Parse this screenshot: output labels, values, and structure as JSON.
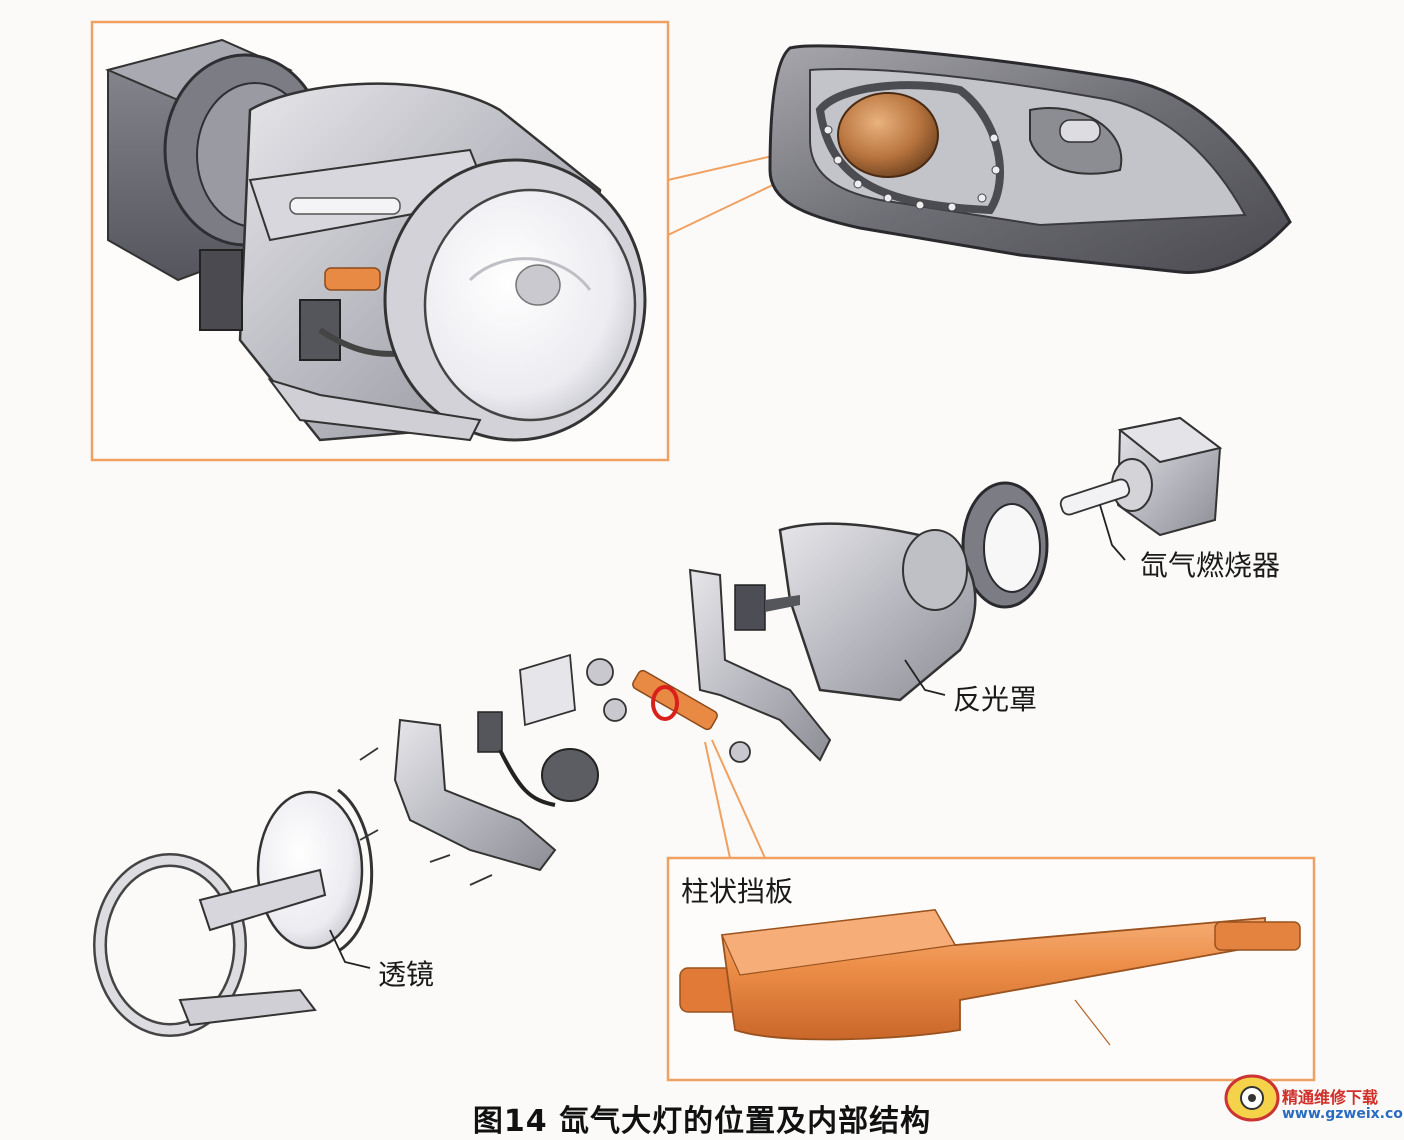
{
  "labels": {
    "xenon_burner": "氙气燃烧器",
    "reflector": "反光罩",
    "shutter": "柱状挡板",
    "lens": "透镜"
  },
  "caption": "图14 氙气大灯的位置及内部结构",
  "watermark": {
    "title": "精通维修下载",
    "url": "www.gzweix.com"
  },
  "colors": {
    "accent": "#f0a060",
    "shutter_orange": "#e98a44",
    "metal": "#c9c9cf"
  }
}
